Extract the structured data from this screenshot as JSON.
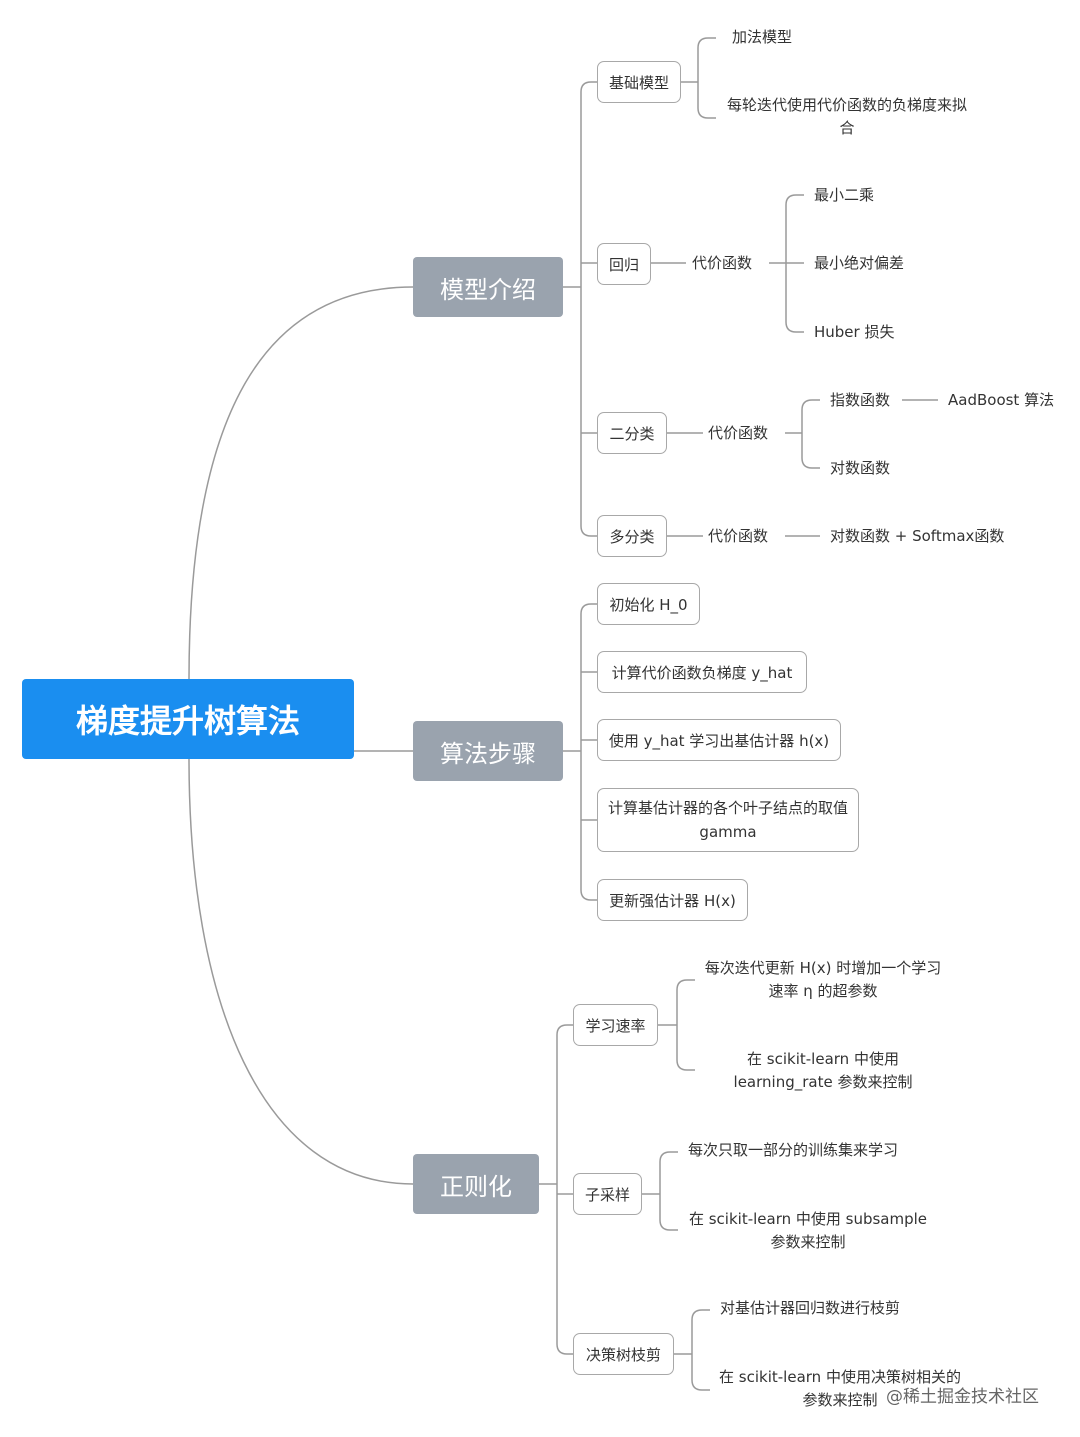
{
  "root": {
    "label": "梯度提升树算法"
  },
  "branches": {
    "model": {
      "label": "模型介绍",
      "base": {
        "label": "基础模型",
        "items": [
          "加法模型",
          "每轮迭代使用代价函数的负梯度来拟合"
        ]
      },
      "regression": {
        "label": "回归",
        "cost": "代价函数",
        "items": [
          "最小二乘",
          "最小绝对偏差",
          "Huber 损失"
        ]
      },
      "binary": {
        "label": "二分类",
        "cost": "代价函数",
        "exp": "指数函数",
        "exp_algo": "AadBoost 算法",
        "log": "对数函数"
      },
      "multi": {
        "label": "多分类",
        "cost": "代价函数",
        "item": "对数函数 + Softmax函数"
      }
    },
    "steps": {
      "label": "算法步骤",
      "items": [
        "初始化 H_0",
        "计算代价函数负梯度 y_hat",
        "使用 y_hat 学习出基估计器 h(x)",
        "计算基估计器的各个叶子结点的取值 gamma",
        "更新强估计器 H(x)"
      ]
    },
    "regularization": {
      "label": "正则化",
      "lr": {
        "label": "学习速率",
        "items": [
          "每次迭代更新 H(x) 时增加一个学习速率 η 的超参数",
          "在 scikit-learn 中使用 learning_rate 参数来控制"
        ]
      },
      "subsample": {
        "label": "子采样",
        "items": [
          "每次只取一部分的训练集来学习",
          "在 scikit-learn 中使用 subsample 参数来控制"
        ]
      },
      "prune": {
        "label": "决策树枝剪",
        "items": [
          "对基估计器回归数进行枝剪",
          "在 scikit-learn 中使用决策树相关的参数来控制"
        ]
      }
    }
  },
  "watermark": "@稀土掘金技术社区",
  "colors": {
    "root": "#1a8ef0",
    "main": "#9aa3ae",
    "line": "#9a9a9a",
    "box_border": "#a8a8a8"
  }
}
